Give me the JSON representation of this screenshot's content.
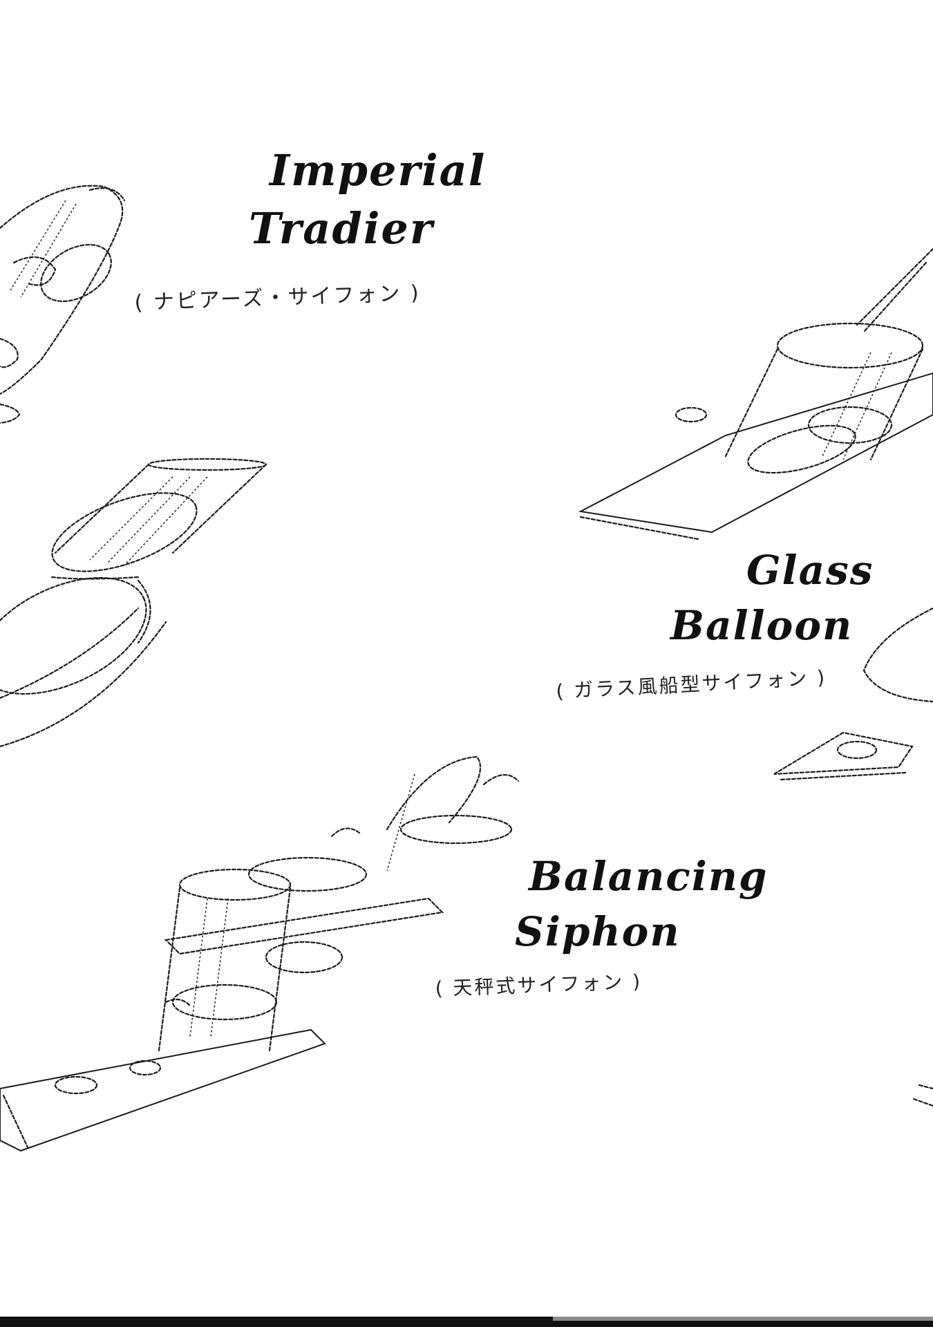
{
  "labels": [
    {
      "title_lines": [
        "Imperial",
        "Tradier"
      ],
      "subtitle": "( ナピアーズ・サイフォン )"
    },
    {
      "title_lines": [
        "Glass",
        "Balloon"
      ],
      "subtitle": "( ガラス風船型サイフォン )"
    },
    {
      "title_lines": [
        "Balancing",
        "Siphon"
      ],
      "subtitle": "( 天秤式サイフォン )"
    }
  ],
  "illustrations": [
    {
      "name": "napier-siphon-top-left"
    },
    {
      "name": "glass-balloon-siphon-left"
    },
    {
      "name": "balancing-siphon-right-top"
    },
    {
      "name": "balancing-siphon-bottom"
    },
    {
      "name": "partial-siphon-right-edge"
    }
  ]
}
